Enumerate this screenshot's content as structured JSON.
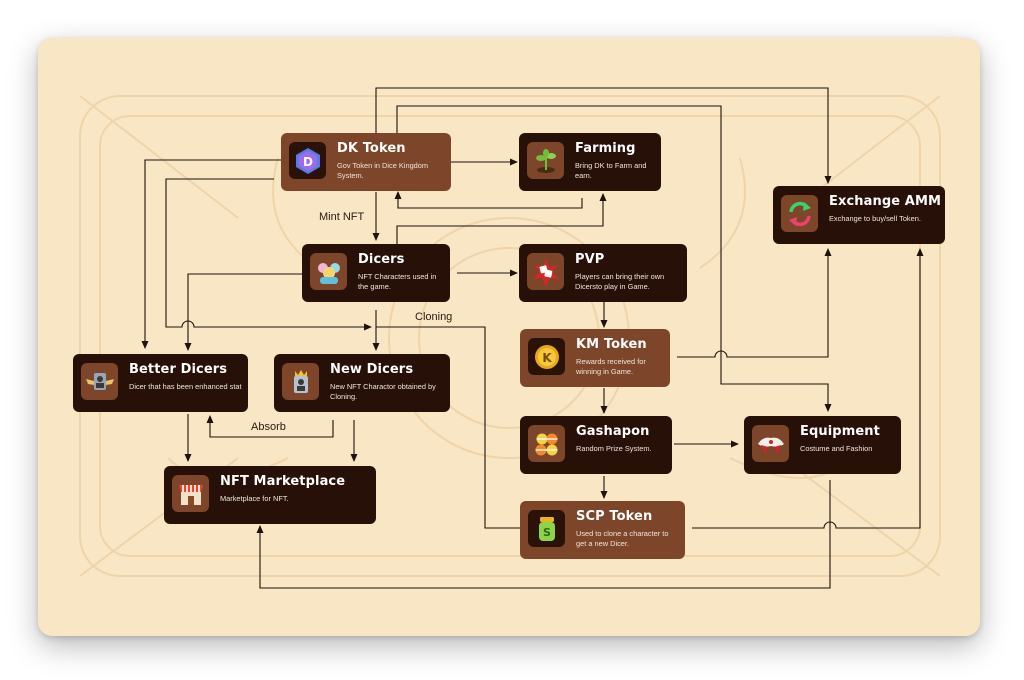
{
  "nodes": {
    "dk_token": {
      "title": "DK Token",
      "desc": "Gov Token in Dice Kingdom System."
    },
    "farming": {
      "title": "Farming",
      "desc": "Bring DK to Farm and earn."
    },
    "exchange_amm": {
      "title": "Exchange AMM",
      "desc": "Exchange to buy/sell Token."
    },
    "dicers": {
      "title": "Dicers",
      "desc": "NFT Characters used in the game."
    },
    "pvp": {
      "title": "PVP",
      "desc": "Players can bring their own Dicersto play in Game."
    },
    "km_token": {
      "title": "KM Token",
      "desc": "Rewards received for winning in Game."
    },
    "better_dicers": {
      "title": "Better Dicers",
      "desc": "Dicer that has been enhanced stat"
    },
    "new_dicers": {
      "title": "New Dicers",
      "desc": "New NFT Charactor obtained by Cloning."
    },
    "gashapon": {
      "title": "Gashapon",
      "desc": "Random Prize System."
    },
    "equipment": {
      "title": "Equipment",
      "desc": "Costume and Fashion"
    },
    "nft_marketplace": {
      "title": "NFT Marketplace",
      "desc": "Marketplace for NFT."
    },
    "scp_token": {
      "title": "SCP Token",
      "desc": "Used to clone a character to get a new Dicer."
    }
  },
  "labels": {
    "mint_nft": "Mint NFT",
    "cloning": "Cloning",
    "absorb": "Absorb"
  },
  "icons": {
    "dk_token": "dk-token-coin-icon",
    "farming": "sprout-icon",
    "exchange_amm": "exchange-arrows-icon",
    "dicers": "characters-group-icon",
    "pvp": "versus-dice-icon",
    "km_token": "km-coin-icon",
    "better_dicers": "winged-badge-icon",
    "new_dicers": "crowned-portrait-icon",
    "gashapon": "capsules-icon",
    "equipment": "costume-icon",
    "nft_marketplace": "storefront-icon",
    "scp_token": "scp-jar-icon"
  },
  "colors": {
    "background": "#f8e6c4",
    "dark_node": "#271008",
    "brown_node": "#7d452a",
    "line": "#1d120c"
  }
}
